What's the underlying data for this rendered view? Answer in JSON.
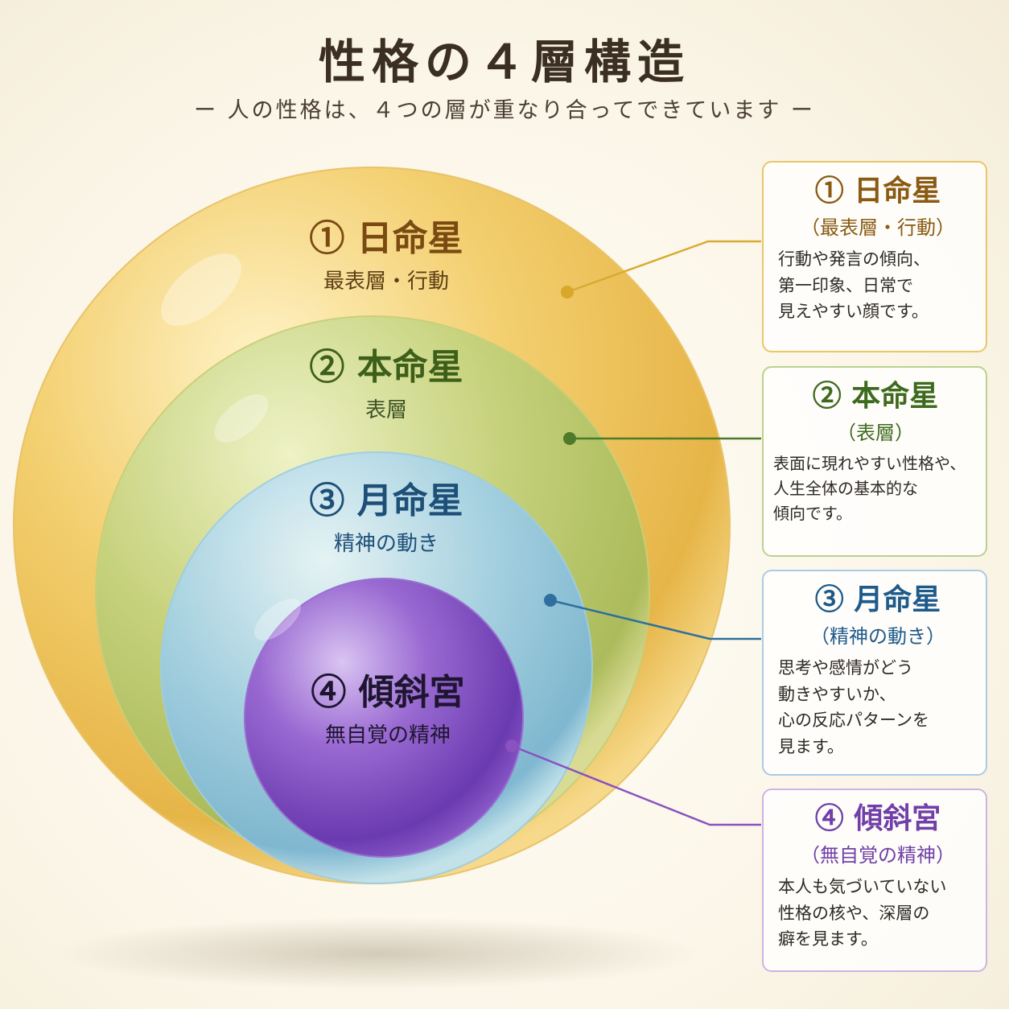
{
  "header": {
    "title": "性格の４層構造",
    "subtitle": "ー 人の性格は、４つの層が重なり合ってできています ー"
  },
  "layers": [
    {
      "label": "① 日命星",
      "sub": "最表層・行動",
      "color": "#7a4a12"
    },
    {
      "label": "② 本命星",
      "sub": "表層",
      "color": "#3e5f1a"
    },
    {
      "label": "③ 月命星",
      "sub": "精神の動き",
      "color": "#1d4f78"
    },
    {
      "label": "④ 傾斜宮",
      "sub": "無自覚の精神",
      "color": "#1e1630"
    }
  ],
  "cards": [
    {
      "title": "① 日命星",
      "sub": "（最表層・行動）",
      "lines": [
        "行動や発言の傾向、",
        "第一印象、日常で",
        "見えやすい顔です。"
      ],
      "color": "#8a5a12",
      "border": "#e8c66a"
    },
    {
      "title": "② 本命星",
      "sub": "（表層）",
      "lines": [
        "表面に現れやすい性格や、",
        "人生全体の基本的な",
        "傾向です。"
      ],
      "color": "#3e6a1e",
      "border": "#b9d28e"
    },
    {
      "title": "③ 月命星",
      "sub": "（精神の動き）",
      "lines": [
        "思考や感情がどう",
        "動きやすいか、",
        "心の反応パターンを",
        "見ます。"
      ],
      "color": "#1e5a8a",
      "border": "#a9cbe6"
    },
    {
      "title": "④ 傾斜宮",
      "sub": "（無自覚の精神）",
      "lines": [
        "本人も気づいていない",
        "性格の核や、深層の",
        "癖を見ます。"
      ],
      "color": "#7040a8",
      "border": "#cdb3e6"
    }
  ]
}
